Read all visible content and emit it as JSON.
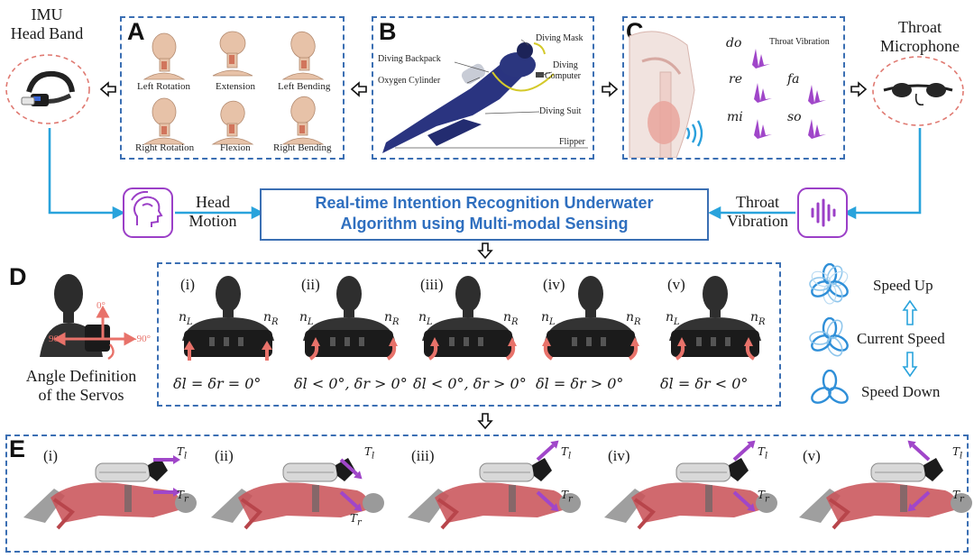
{
  "imu": {
    "title_line1": "IMU",
    "title_line2": "Head Band"
  },
  "throat_mic": {
    "title_line1": "Throat",
    "title_line2": "Microphone"
  },
  "panel_a": {
    "letter": "A",
    "motions": [
      "Left Rotation",
      "Extension",
      "Left Bending",
      "Right Rotation",
      "Flexion",
      "Right Bending"
    ]
  },
  "panel_b": {
    "letter": "B",
    "labels": {
      "diving_mask": "Diving Mask",
      "diving_backpack": "Diving Backpack",
      "diving_computer_1": "Diving",
      "diving_computer_2": "Computer",
      "oxygen_cylinder": "Oxygen Cylinder",
      "diving_suit": "Diving Suit",
      "flipper": "Flipper"
    }
  },
  "panel_c": {
    "letter": "C",
    "heading": "Throat Vibration",
    "syllables": [
      "do",
      "re",
      "fa",
      "mi",
      "so"
    ]
  },
  "algorithm": {
    "line1": "Real-time Intention Recognition Underwater",
    "line2": "Algorithm using Multi-modal Sensing"
  },
  "head_motion": {
    "line1": "Head",
    "line2": "Motion"
  },
  "throat_vibration": {
    "line1": "Throat",
    "line2": "Vibration"
  },
  "panel_d": {
    "letter": "D",
    "servo_angles": {
      "top": "0°",
      "left": "90°",
      "right": "-90°"
    },
    "angle_caption_1": "Angle Definition",
    "angle_caption_2": "of the Servos",
    "cases": [
      {
        "roman": "(i)",
        "formula": "δl = δr = 0°"
      },
      {
        "roman": "(ii)",
        "formula": "δl < 0°, δr > 0°"
      },
      {
        "roman": "(iii)",
        "formula": "δl < 0°, δr > 0°"
      },
      {
        "roman": "(iv)",
        "formula": "δl = δr > 0°"
      },
      {
        "roman": "(v)",
        "formula": "δl = δr < 0°"
      }
    ],
    "n_left": "n",
    "n_left_sub": "L",
    "n_right": "n",
    "n_right_sub": "R"
  },
  "speed": {
    "up": "Speed Up",
    "current": "Current Speed",
    "down": "Speed Down"
  },
  "panel_e": {
    "letter": "E",
    "cases": [
      "(i)",
      "(ii)",
      "(iii)",
      "(iv)",
      "(v)"
    ],
    "t_left": "T",
    "t_left_sub": "l",
    "t_right": "T",
    "t_right_sub": "r"
  },
  "colors": {
    "dash_blue": "#3b6fb3",
    "cyan_line": "#29a3dc",
    "purple": "#9b3fc7",
    "algo_text": "#2f6fbf",
    "arrow_red": "#e8726a",
    "suit_red": "#c9545a"
  }
}
